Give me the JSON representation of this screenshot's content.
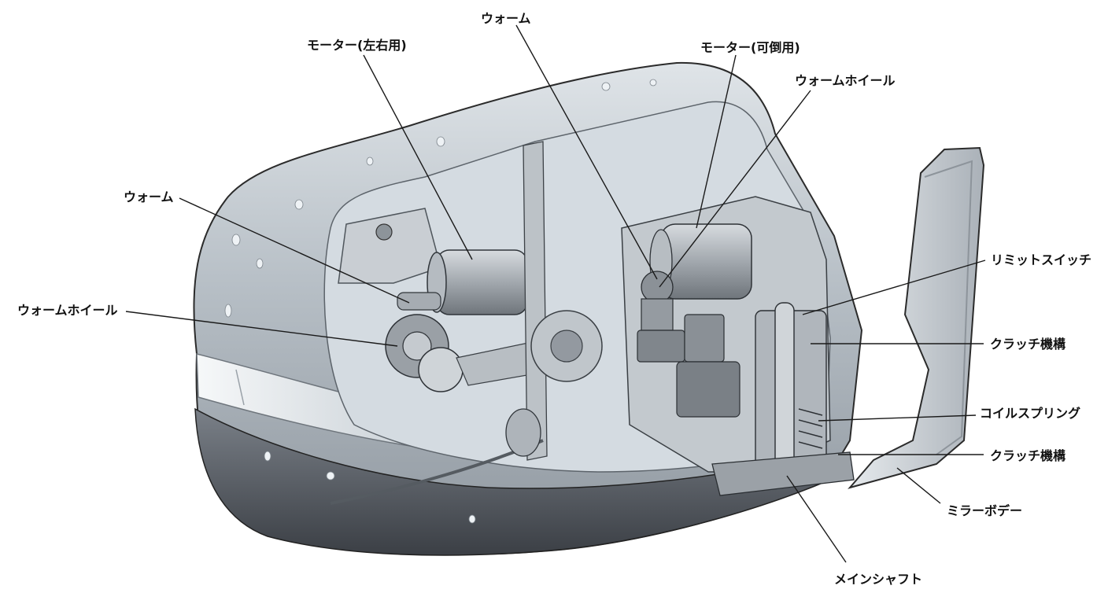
{
  "labels": {
    "worm_top": "ウォーム",
    "motor_lr": "モーター(左右用)",
    "motor_fold": "モーター(可倒用)",
    "worm_wheel_top": "ウォームホイール",
    "worm_left": "ウォーム",
    "worm_wheel_left": "ウォームホイール",
    "limit_switch": "リミットスイッチ",
    "clutch_upper": "クラッチ機構",
    "coil_spring": "コイルスプリング",
    "clutch_lower": "クラッチ機構",
    "mirror_body": "ミラーボデー",
    "main_shaft": "メインシャフト"
  },
  "colors": {
    "housing_shell": "#aab2ba",
    "housing_dark": "#4a4f56",
    "transparent_cover": "#d4dbe1",
    "motor_metal": "#9aa1a8",
    "gear_metal": "#8c9298",
    "lamp_lens": "#e8ecef",
    "bracket": "#c9ced3",
    "leader_line": "#1a1a1a"
  }
}
